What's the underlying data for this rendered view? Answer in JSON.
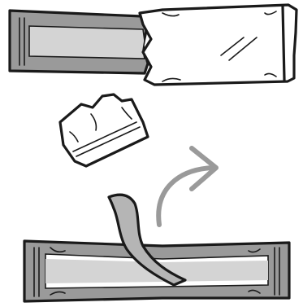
{
  "illustration": {
    "steps": [
      {
        "name": "tear-open-stick-pack"
      },
      {
        "name": "torn-off-tip"
      },
      {
        "name": "peel-back-strip"
      }
    ],
    "icons": [
      "stick-pack-icon",
      "torn-tip-icon",
      "curved-arrow-icon",
      "peel-strip-icon"
    ],
    "colors": {
      "outline": "#1a1a1a",
      "seal_gray": "#9a9a9a",
      "band_gray": "#d4d4d4",
      "arrow_gray": "#9a9a9a",
      "peel_strip": "#b5b5b5",
      "background": "#ffffff"
    }
  }
}
